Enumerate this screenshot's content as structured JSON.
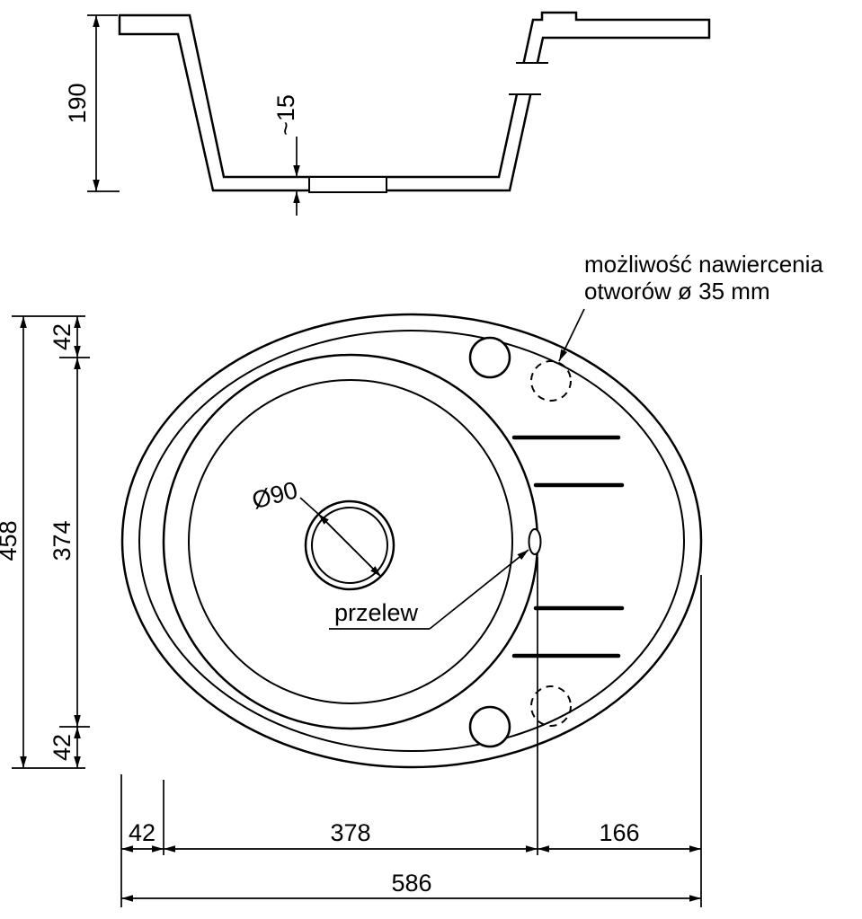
{
  "colors": {
    "ink": "#000000",
    "paper": "#ffffff"
  },
  "section_view": {
    "depth": "190",
    "bottom_thickness": "~15"
  },
  "plan_view": {
    "drill_note_line1": "możliwość nawiercenia",
    "drill_note_line2": "otworów ø 35 mm",
    "drain_diameter": "Ø90",
    "overflow": "przelew"
  },
  "dimensions": {
    "height_total": "458",
    "height_top_offset": "42",
    "height_bowl": "374",
    "height_bottom_offset": "42",
    "width_left_offset": "42",
    "width_bowl": "378",
    "width_drainer": "166",
    "width_total": "586"
  }
}
